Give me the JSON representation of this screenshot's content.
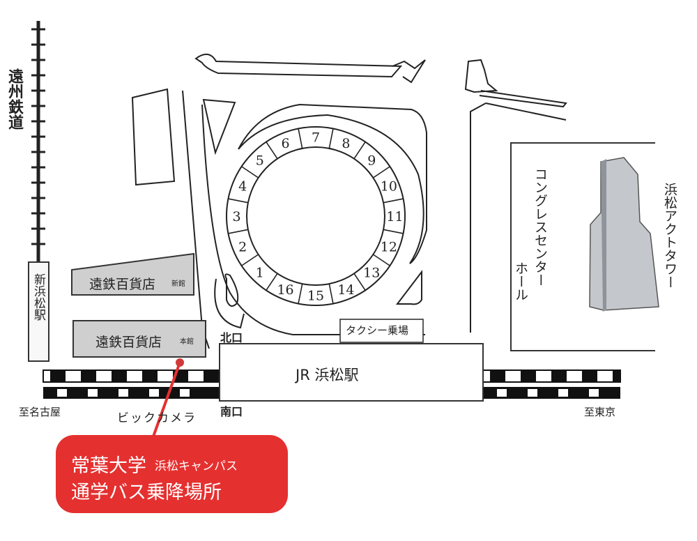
{
  "colors": {
    "accent_red": "#e53030",
    "building_gray": "#cfcfcf",
    "tower_gray": "#c4c7cc"
  },
  "labels": {
    "enshu_railway": "遠州鉄道",
    "shin_hamamatsu_station": "新浜松駅",
    "dept_store_new": {
      "name": "遠鉄百貨店",
      "wing": "新館"
    },
    "dept_store_main": {
      "name": "遠鉄百貨店",
      "wing": "本館"
    },
    "north_exit": "北口",
    "south_exit": "南口",
    "jr_station": "JR 浜松駅",
    "taxi_stand": "タクシー乗場",
    "congress_center": "コングレスセンター",
    "congress_hall": "ホール",
    "act_tower": "浜松アクトタワー",
    "to_nagoya": "至名古屋",
    "to_tokyo": "至東京",
    "bic_camera": "ビックカメラ"
  },
  "callout": {
    "university": "常葉大学",
    "campus": "浜松キャンパス",
    "bus_stop": "通学バス乗降場所"
  },
  "bus_terminal": {
    "platforms": [
      "1",
      "2",
      "3",
      "4",
      "5",
      "6",
      "7",
      "8",
      "9",
      "10",
      "11",
      "12",
      "13",
      "14",
      "15",
      "16"
    ]
  }
}
